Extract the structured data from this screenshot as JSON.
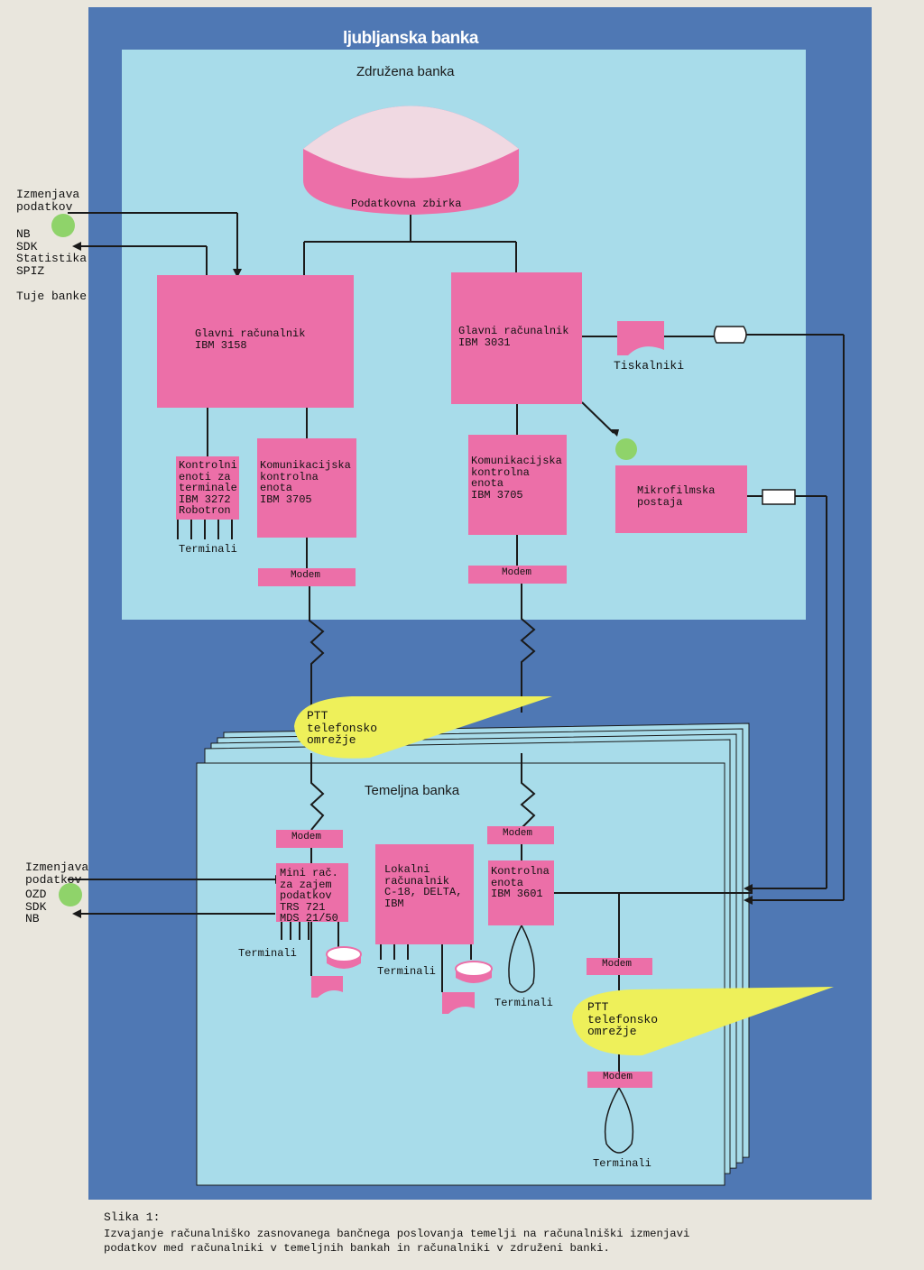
{
  "header": {
    "title": "ljubljanska banka"
  },
  "zdruzena": {
    "title": "Združena banka",
    "database": "Podatkovna zbirka",
    "main1": "Glavni računalnik\nIBM 3158",
    "main2": "Glavni računalnik\nIBM 3031",
    "printers": "Tiskalniki",
    "ctrl_terminals": "Kontrolni\nenoti za\nterminale\nIBM 3272\nRobotron",
    "terminals1": "Terminali",
    "comm1": "Komunikacijska\nkontrolna\nenota\nIBM 3705",
    "comm2": "Komunikacijska\nkontrolna\nenota\nIBM 3705",
    "microfilm": "Mikrofilmska\npostaja",
    "modem1": "Modem",
    "modem2": "Modem"
  },
  "external_top": {
    "exchange": "Izmenjava\npodatkov",
    "list": "NB\nSDK\nStatistika\nSPIZ",
    "foreign": "Tuje banke"
  },
  "ptt1": "PTT\ntelefonsko\nomrežje",
  "temeljna": {
    "title": "Temeljna banka",
    "modem_a": "Modem",
    "modem_b": "Modem",
    "mini": "Mini rač.\nza zajem\npodatkov\nTRS 721\nMDS 21/50",
    "local": "Lokalni\nračunalnik\nC-18, DELTA,\nIBM",
    "control": "Kontrolna\nenota\nIBM 3601",
    "terminals_a": "Terminali",
    "terminals_b": "Terminali",
    "terminals_c": "Terminali",
    "modem_c": "Modem",
    "ptt2": "PTT\ntelefonsko\nomrežje",
    "modem_d": "Modem",
    "terminals_d": "Terminali"
  },
  "external_bottom": {
    "exchange": "Izmenjava\npodatkov",
    "list": "OZD\nSDK\nNB"
  },
  "caption": {
    "label": "Slika 1:",
    "text": "Izvajanje računalniško zasnovanega bančnega poslovanja temelji na računalniški izmenjavi\npodatkov med računalniki v temeljnih bankah in računalniki v združeni banki."
  },
  "colors": {
    "panel_blue": "#4f78b4",
    "box_cyan": "#a8dcea",
    "pink": "#ec6fa8",
    "yellow": "#eef05a",
    "green": "#8fd36a"
  }
}
